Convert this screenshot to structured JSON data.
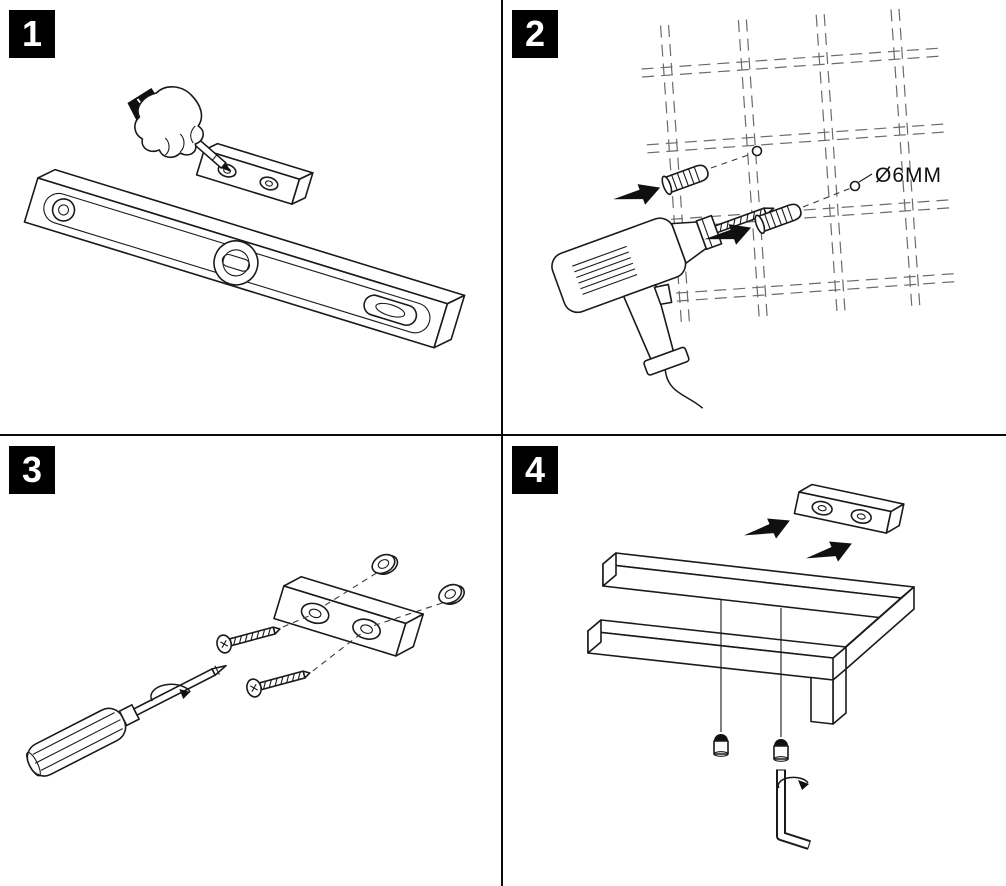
{
  "document": {
    "kind": "assembly-instruction-sheet",
    "background": "#ffffff",
    "line_color": "#1a1a1a",
    "divider_color": "#0a0a0a",
    "badge": {
      "bg": "#000000",
      "fg": "#ffffff"
    }
  },
  "steps": [
    {
      "label": "1",
      "illustration": [
        "spirit-level",
        "hand-with-pencil",
        "wall-plate"
      ]
    },
    {
      "label": "2",
      "annotation": "Ø6MM",
      "illustration": [
        "tile-grid",
        "power-drill",
        "wall-anchor",
        "wall-anchor",
        "insert-arrow",
        "insert-arrow",
        "drill-hole",
        "drill-hole"
      ]
    },
    {
      "label": "3",
      "illustration": [
        "wall-plate",
        "screw",
        "screw",
        "washer",
        "washer",
        "screwdriver",
        "rotation-arrow"
      ]
    },
    {
      "label": "4",
      "illustration": [
        "paper-holder-frame",
        "wall-plate",
        "attach-arrow",
        "attach-arrow",
        "set-screw",
        "set-screw",
        "allen-key",
        "rotation-arrow"
      ]
    }
  ]
}
